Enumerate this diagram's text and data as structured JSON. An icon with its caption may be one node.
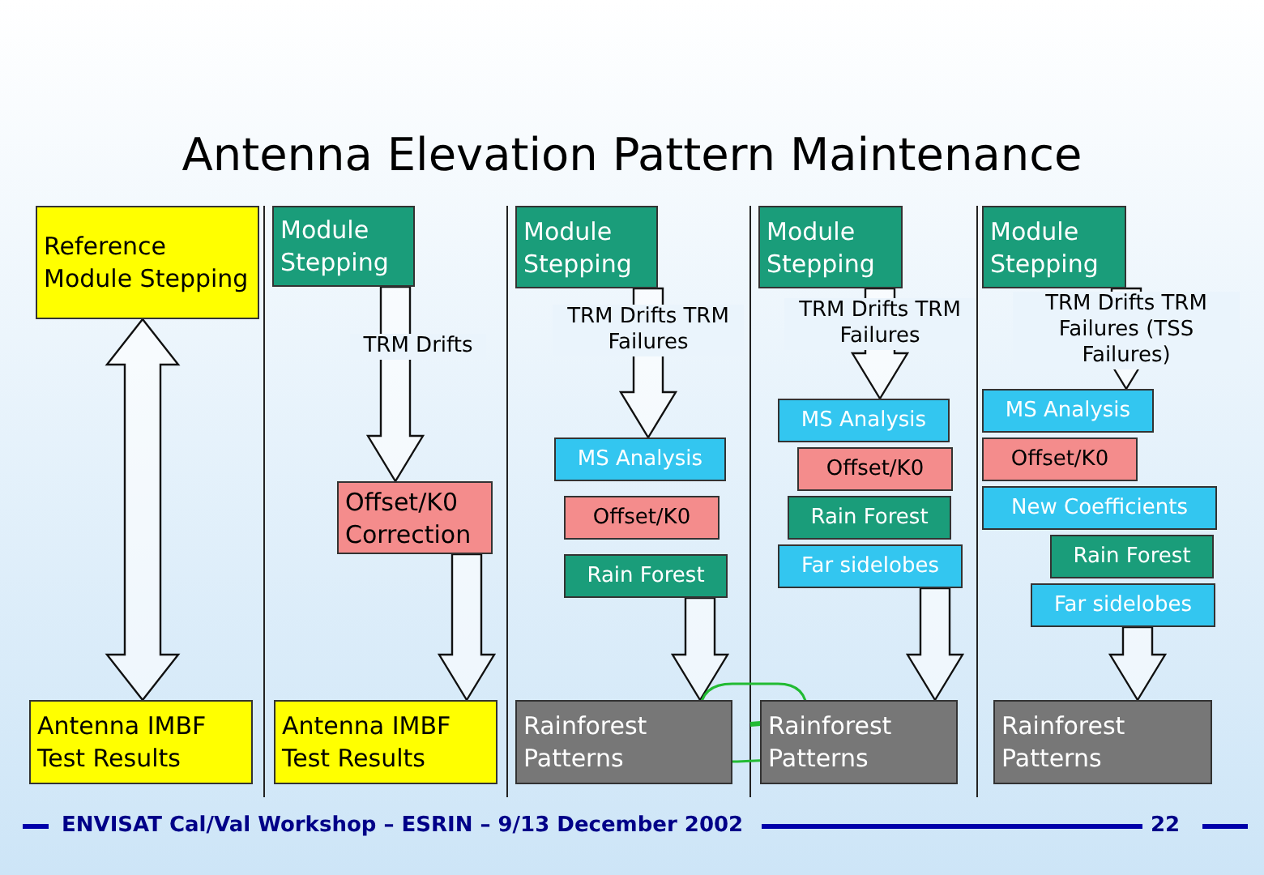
{
  "diagram": {
    "title": "Antenna Elevation Pattern Maintenance",
    "nodes": [
      {
        "text": [
          "Reference Module Stepping"
        ]
      },
      {
        "text": [
          "Antenna IMBF Test Results"
        ]
      },
      {
        "text": [
          "Module Stepping"
        ]
      },
      {
        "text": [
          "Offset/K0 Correction"
        ]
      },
      {
        "text": [
          "Antenna IMBF Test Results"
        ]
      },
      {
        "text": [
          "Module Stepping"
        ]
      },
      {
        "text": [
          "MS Analysis"
        ]
      },
      {
        "text": [
          "Offset/K0"
        ]
      },
      {
        "text": [
          "Rain Forest"
        ]
      },
      {
        "text": [
          "Rainforest Patterns"
        ]
      },
      {
        "text": [
          "Module Stepping"
        ]
      },
      {
        "text": [
          "MS Analysis"
        ]
      },
      {
        "text": [
          "Offset/K0"
        ]
      },
      {
        "text": [
          "Rain Forest"
        ]
      },
      {
        "text": [
          "Far sidelobes"
        ]
      },
      {
        "text": [
          "Rainforest Patterns"
        ]
      },
      {
        "text": [
          "Module Stepping"
        ]
      },
      {
        "text": [
          "MS Analysis"
        ]
      },
      {
        "text": [
          "Offset/K0"
        ]
      },
      {
        "text": [
          "New Coefficients"
        ]
      },
      {
        "text": [
          "Rain Forest"
        ]
      },
      {
        "text": [
          "Far sidelobes"
        ]
      },
      {
        "text": [
          "Rainforest Patterns"
        ]
      }
    ],
    "edges": [
      {
        "from": 1,
        "to": 0,
        "arrow": "both"
      },
      {
        "from": 2,
        "to": 3,
        "arrow": "to",
        "label": "TRM Drifts"
      },
      {
        "from": 3,
        "to": 4,
        "arrow": "to"
      },
      {
        "from": 5,
        "to": 6,
        "arrow": "to",
        "label": "TRM Drifts TRM Failures"
      },
      {
        "from": 8,
        "to": 9,
        "arrow": "to"
      },
      {
        "from": 10,
        "to": 11,
        "arrow": "to",
        "label": "TRM Drifts TRM Failures"
      },
      {
        "from": 14,
        "to": 15,
        "arrow": "to"
      },
      {
        "from": 16,
        "to": 17,
        "arrow": "to",
        "label": "TRM Drifts TRM Failures (TSS Failures)"
      },
      {
        "from": 21,
        "to": 22,
        "arrow": "to"
      }
    ],
    "labels": [
      "ENVISAT Cal/Val Workshop – ESRIN – 9/13 December 2002",
      "22"
    ]
  }
}
